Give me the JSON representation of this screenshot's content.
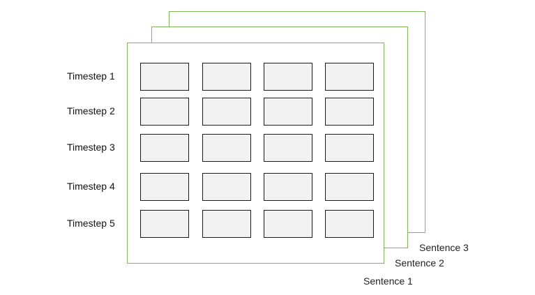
{
  "sheets": {
    "back_label": "Sentence 3",
    "middle_label": "Sentence 2",
    "front_label": "Sentence 1"
  },
  "grid": {
    "rows": [
      {
        "label": "Timestep 1"
      },
      {
        "label": "Timestep 2"
      },
      {
        "label": "Timestep 3"
      },
      {
        "label": "Timestep 4"
      },
      {
        "label": "Timestep 5"
      }
    ],
    "columns": 4
  },
  "colors": {
    "sheet_border": "#7cb85a",
    "cell_fill": "#f2f2f2",
    "cell_border": "#1a1a1a"
  }
}
